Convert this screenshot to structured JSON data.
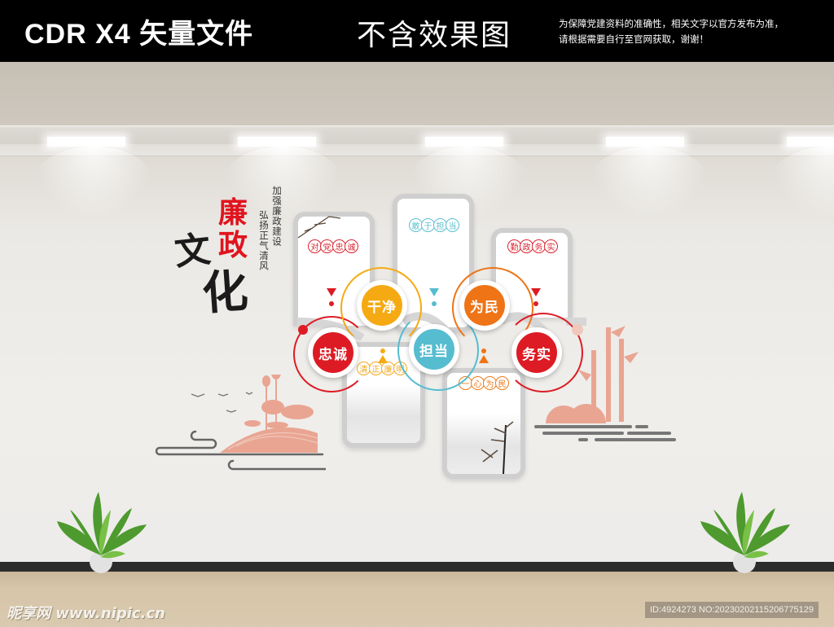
{
  "banner": {
    "title_main": "CDR X4 矢量文件",
    "title_sub": "不含效果图",
    "notice_line1": "为保障党建资料的准确性，相关文字以官方发布为准，",
    "notice_line2": "请根据需要自行至官网获取，谢谢！"
  },
  "title_block": {
    "char1": "廉",
    "char2": "政",
    "char3": "文",
    "char4": "化",
    "slogan1": "加强廉政建设",
    "slogan2": "弘扬正气清风"
  },
  "panels": [
    {
      "id": "panel-1",
      "stamp": [
        "对",
        "党",
        "忠",
        "诚"
      ],
      "stamp_color": "#d9232e"
    },
    {
      "id": "panel-2",
      "stamp": [
        "清",
        "正",
        "廉",
        "明"
      ],
      "stamp_color": "#f2a81d"
    },
    {
      "id": "panel-3",
      "stamp": [
        "敢",
        "于",
        "担",
        "当"
      ],
      "stamp_color": "#5bbfcf"
    },
    {
      "id": "panel-4",
      "stamp": [
        "一",
        "心",
        "为",
        "民"
      ],
      "stamp_color": "#ea7a1c"
    },
    {
      "id": "panel-5",
      "stamp": [
        "勤",
        "政",
        "务",
        "实"
      ],
      "stamp_color": "#d9232e"
    }
  ],
  "circles": [
    {
      "label": "忠诚",
      "color": "#dd1b24"
    },
    {
      "label": "干净",
      "color": "#f5aa13"
    },
    {
      "label": "担当",
      "color": "#56bcd0"
    },
    {
      "label": "为民",
      "color": "#ee7416"
    },
    {
      "label": "务实",
      "color": "#dd1b24"
    }
  ],
  "colors": {
    "red": "#dd1b24",
    "yellow": "#f5aa13",
    "cyan": "#56bcd0",
    "orange": "#ee7416",
    "salmon": "#e9a592",
    "gray_line": "#6b6b6b"
  },
  "watermark": {
    "logo": "昵享网 www.nipic.cn",
    "id": "ID:4924273 NO:20230202115206775129"
  }
}
